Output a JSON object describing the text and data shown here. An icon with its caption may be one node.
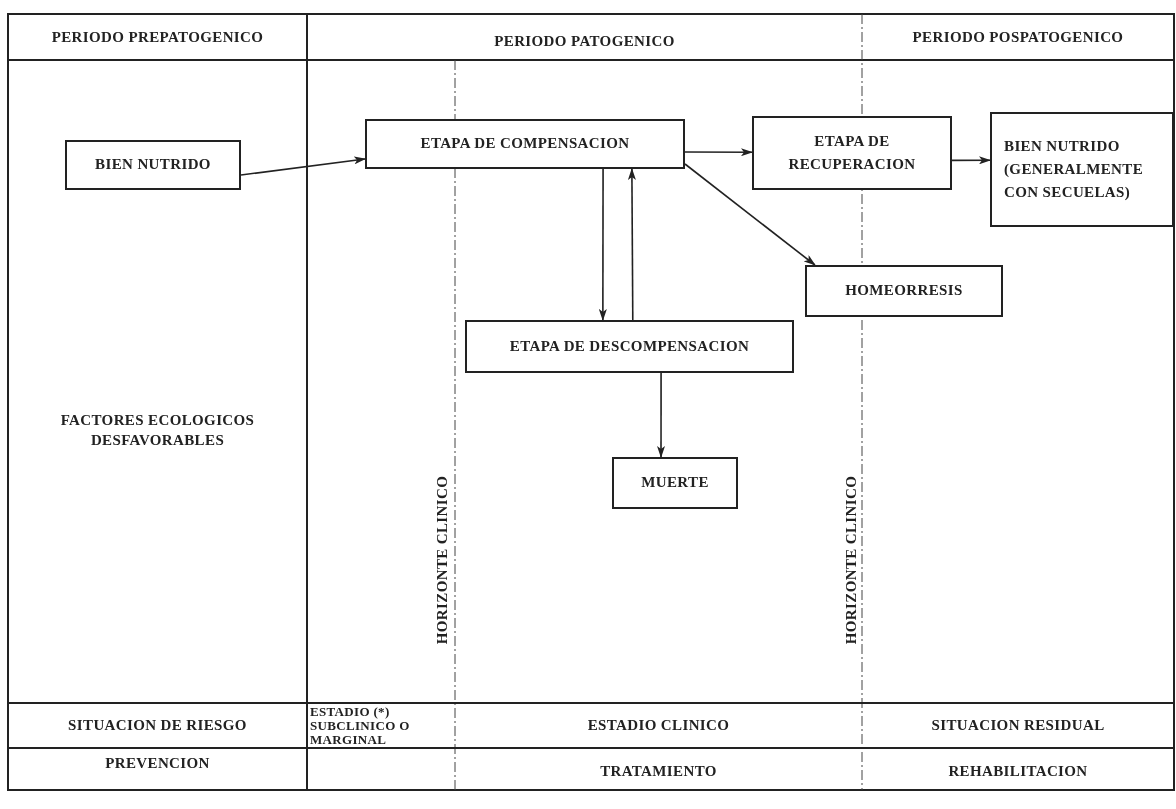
{
  "diagram": {
    "nodes": [
      {
        "text": [
          "BIEN NUTRIDO"
        ]
      },
      {
        "text": [
          "ETAPA DE COMPENSACION"
        ]
      },
      {
        "text": [
          "ETAPA DE RECUPERACION"
        ]
      },
      {
        "text": [
          "BIEN NUTRIDO (GENERALMENTE CON SECUELAS)"
        ]
      },
      {
        "text": [
          "HOMEORRESIS"
        ]
      },
      {
        "text": [
          "ETAPA DE DESCOMPENSACION"
        ]
      },
      {
        "text": [
          "MUERTE"
        ]
      }
    ],
    "edges": [
      {
        "from": 0,
        "to": 1,
        "arrow": "to"
      },
      {
        "from": 1,
        "to": 2,
        "arrow": "to"
      },
      {
        "from": 2,
        "to": 3,
        "arrow": "to"
      },
      {
        "from": 1,
        "to": 4,
        "arrow": "to"
      },
      {
        "from": 1,
        "to": 5,
        "arrow": "to"
      },
      {
        "from": 5,
        "to": 1,
        "arrow": "to"
      },
      {
        "from": 5,
        "to": 6,
        "arrow": "to"
      }
    ],
    "labels": [
      "PERIODO PREPATOGENICO",
      "PERIODO PATOGENICO",
      "PERIODO POSPATOGENICO",
      "FACTORES ECOLOGICOS DESFAVORABLES",
      "HORIZONTE CLINICO",
      "HORIZONTE CLINICO",
      "SITUACION DE RIESGO",
      "ESTADIO (*) SUBCLINICO O MARGINAL",
      "ESTADIO CLINICO",
      "SITUACION RESIDUAL",
      "PREVENCION",
      "TRATAMIENTO",
      "REHABILITACION"
    ]
  }
}
